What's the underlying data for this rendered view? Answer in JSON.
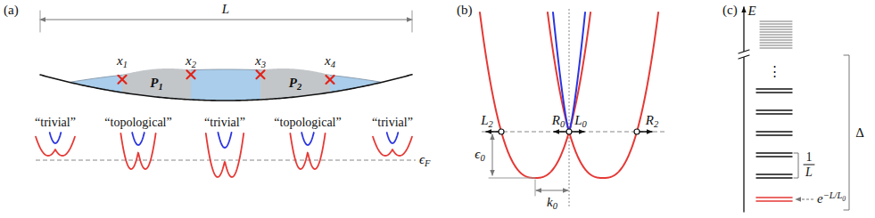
{
  "diagram": {
    "nodes": [
      {
        "text": [
          "P1"
        ]
      },
      {
        "text": [
          "P2"
        ]
      }
    ],
    "labels": [
      "(a)",
      "L",
      "x1",
      "x2",
      "x3",
      "x4",
      "“trivial”",
      "“topological”",
      "“trivial”",
      "“topological”",
      "“trivial”",
      "ϵF",
      "(b)",
      "L2",
      "R0",
      "L0",
      "R2",
      "ϵ0",
      "k0",
      "(c)",
      "E",
      "⋮",
      "1",
      "L",
      "e−L/L0",
      "Δ"
    ]
  }
}
